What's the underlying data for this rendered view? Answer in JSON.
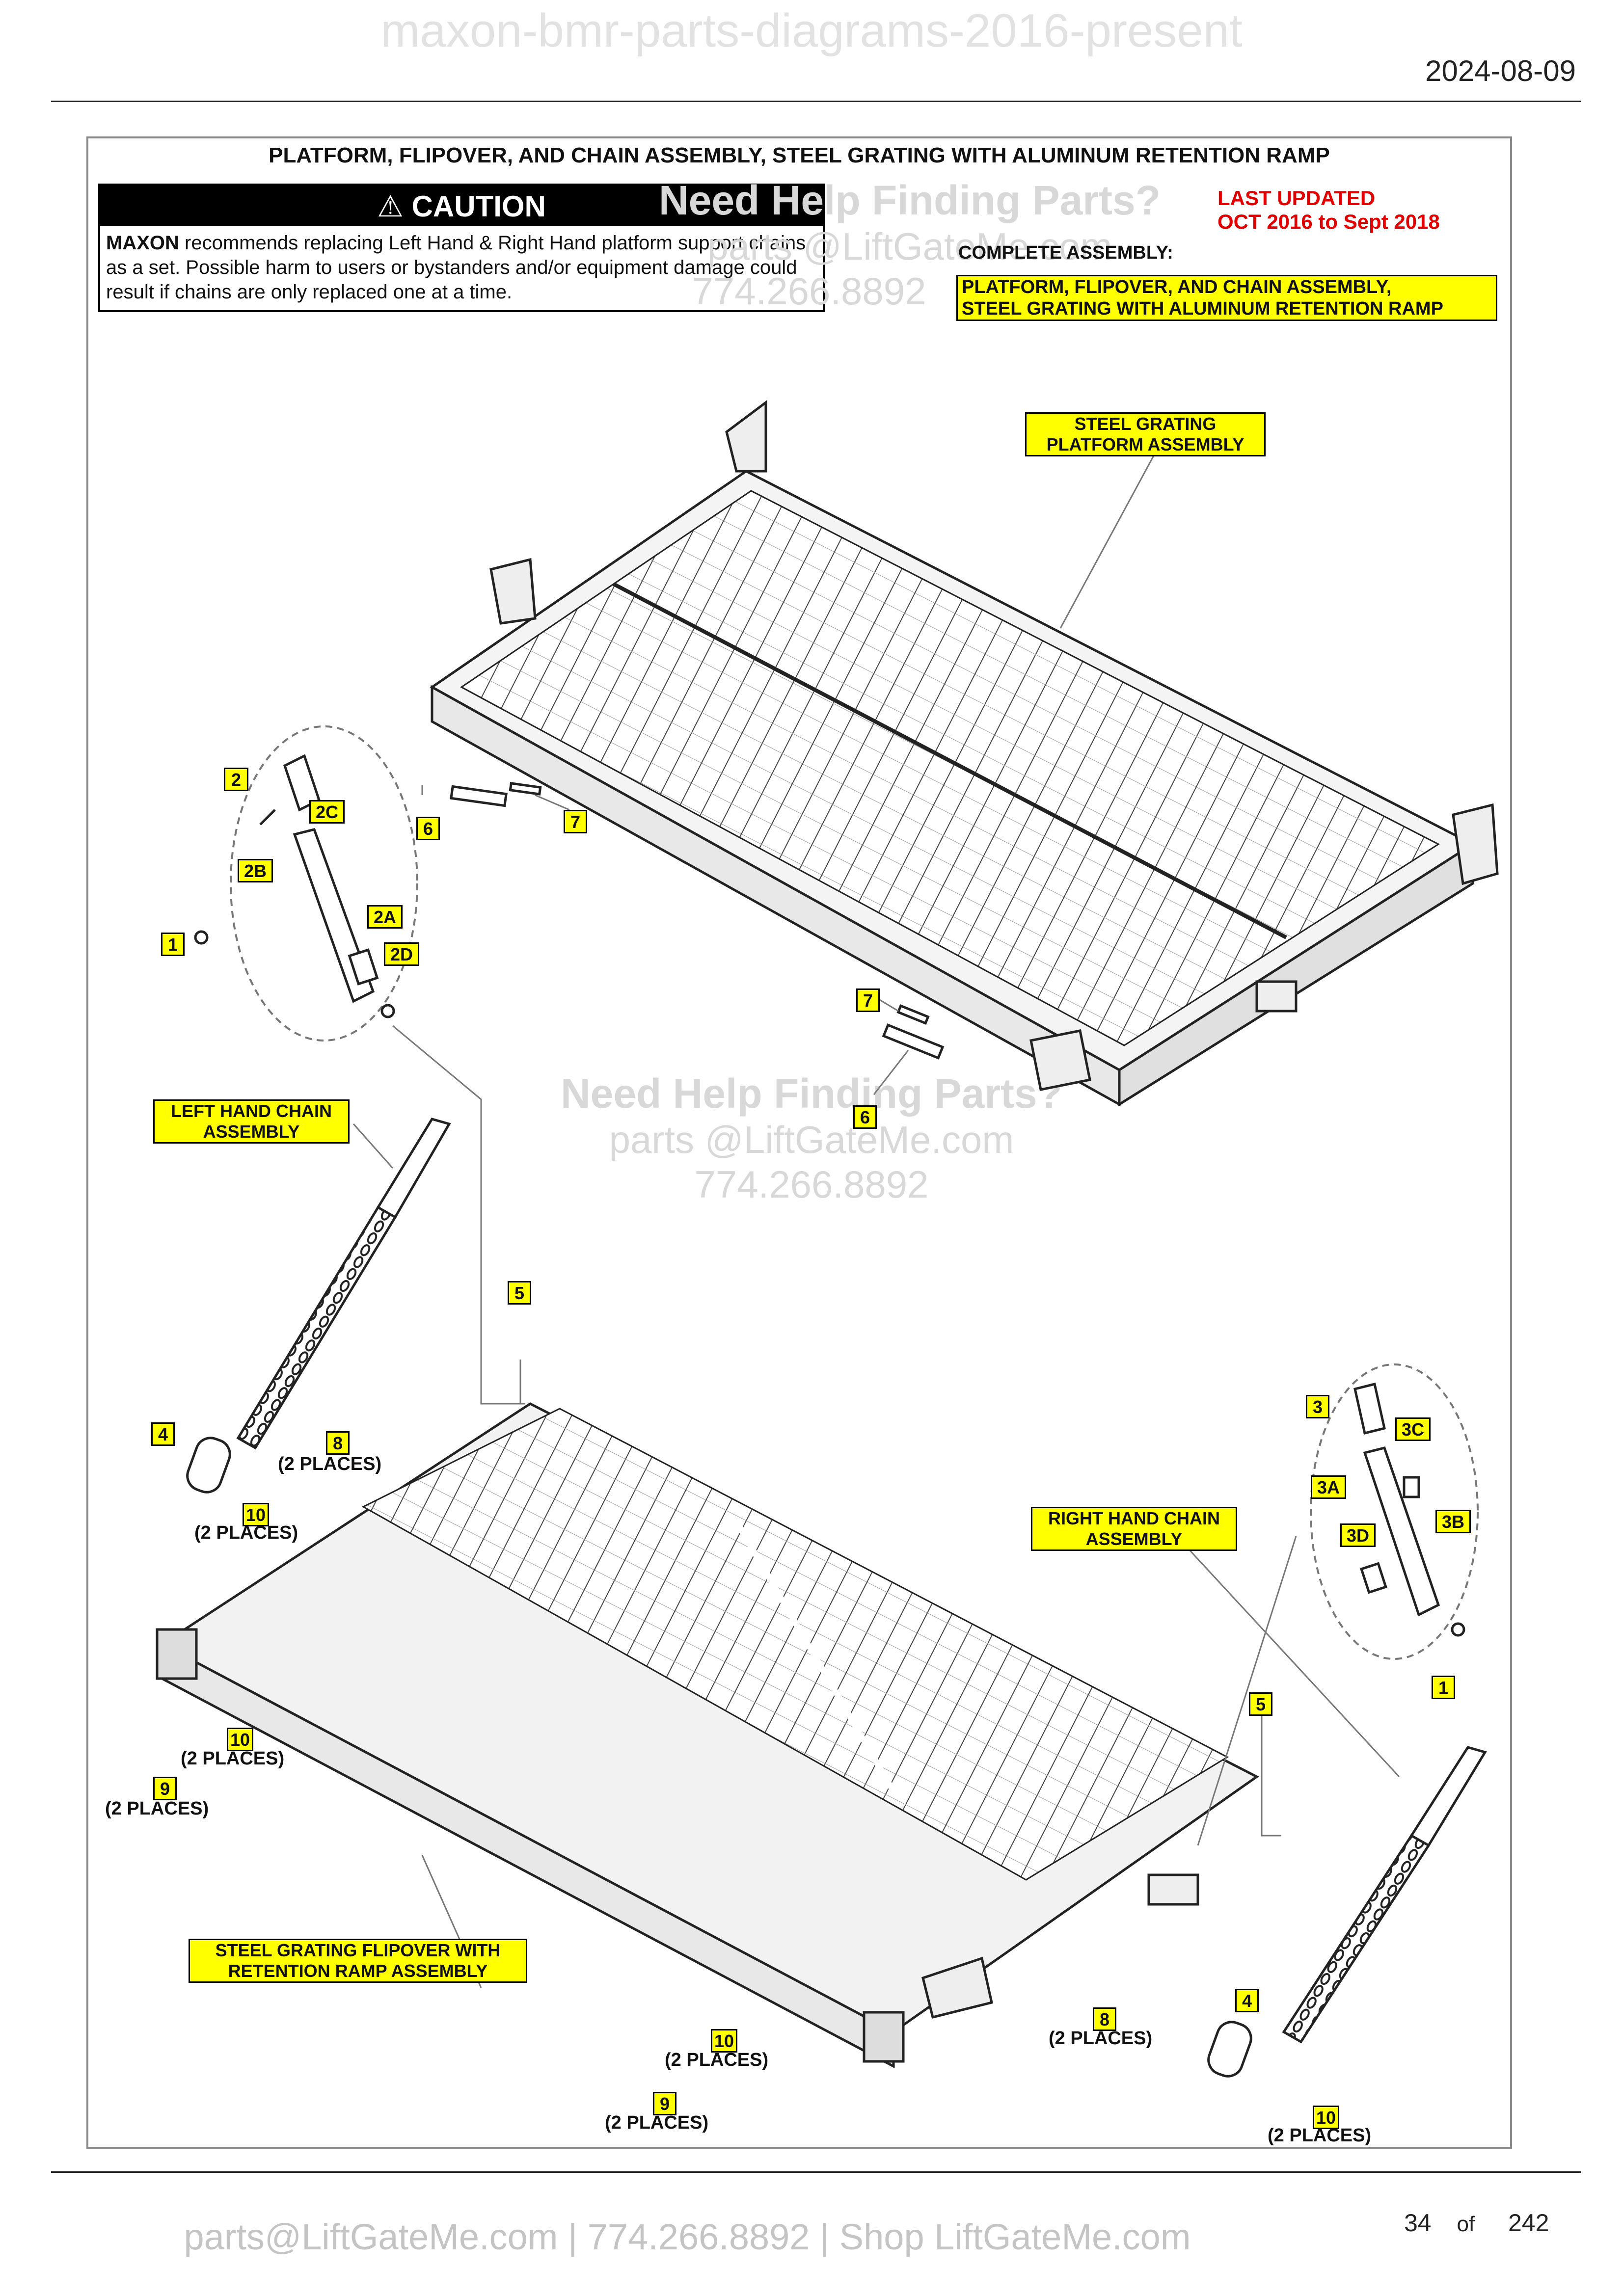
{
  "header": {
    "watermark_title": "maxon-bmr-parts-diagrams-2016-present",
    "date": "2024-08-09"
  },
  "diagram": {
    "title": "PLATFORM, FLIPOVER, AND CHAIN ASSEMBLY, STEEL GRATING WITH ALUMINUM RETENTION RAMP",
    "caution": {
      "heading": "CAUTION",
      "brand": "MAXON",
      "text_after_brand": " recommends replacing Left Hand & Right Hand platform support chains as a set. Possible harm to users or bystanders and/or equipment damage could result if chains are only replaced one at a time."
    },
    "last_updated": {
      "line1": "LAST UPDATED",
      "line2": "OCT 2016 to Sept 2018"
    },
    "complete_assembly": {
      "label": "COMPLETE ASSEMBLY:",
      "line1": "PLATFORM, FLIPOVER, AND CHAIN ASSEMBLY,",
      "line2": "STEEL GRATING WITH ALUMINUM RETENTION RAMP"
    },
    "assembly_labels": {
      "platform_line1": "STEEL GRATING",
      "platform_line2": "PLATFORM ASSEMBLY",
      "left_chain_line1": "LEFT HAND CHAIN",
      "left_chain_line2": "ASSEMBLY",
      "right_chain_line1": "RIGHT HAND CHAIN",
      "right_chain_line2": "ASSEMBLY",
      "flipover_line1": "STEEL GRATING FLIPOVER WITH",
      "flipover_line2": "RETENTION RAMP ASSEMBLY"
    },
    "callouts": {
      "c1": "1",
      "c2": "2",
      "c2a": "2A",
      "c2b": "2B",
      "c2c": "2C",
      "c2d": "2D",
      "c3": "3",
      "c3a": "3A",
      "c3b": "3B",
      "c3c": "3C",
      "c3d": "3D",
      "c4": "4",
      "c5": "5",
      "c6": "6",
      "c7": "7",
      "c8": "8",
      "c9": "9",
      "c10": "10"
    },
    "places_note": "(2 PLACES)"
  },
  "watermark": {
    "help": "Need Help Finding Parts?",
    "email": "parts @LiftGateMe.com",
    "phone": "774.266.8892"
  },
  "footer": {
    "contact": "parts@LiftGateMe.com | 774.266.8892 | Shop LiftGateMe.com",
    "page_current": "34",
    "page_of": "of",
    "page_total": "242"
  }
}
